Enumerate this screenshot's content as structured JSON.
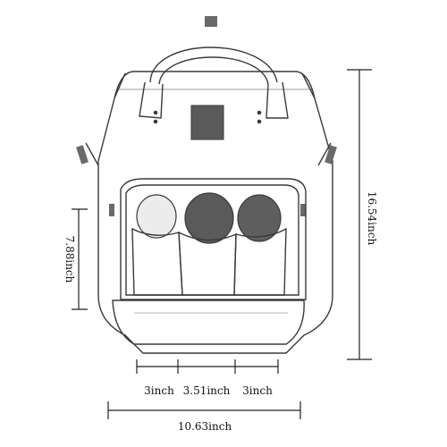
{
  "dimensions": {
    "height": "16.54inch",
    "pocket_height": "7.88inch",
    "width": "10.63inch",
    "segment_left": "3inch",
    "segment_middle": "3.51inch",
    "segment_right": "3inch"
  },
  "colors": {
    "outline": "#3a3a3a",
    "bag_fill": "#ffffff",
    "pocket_fill": "#f0f0f0",
    "panel_fill": "#dcdcdc",
    "bottle_light": "#e8e8e8",
    "bottle_dark": "#5a5a5a",
    "tab_fill": "#6a6a6a"
  }
}
